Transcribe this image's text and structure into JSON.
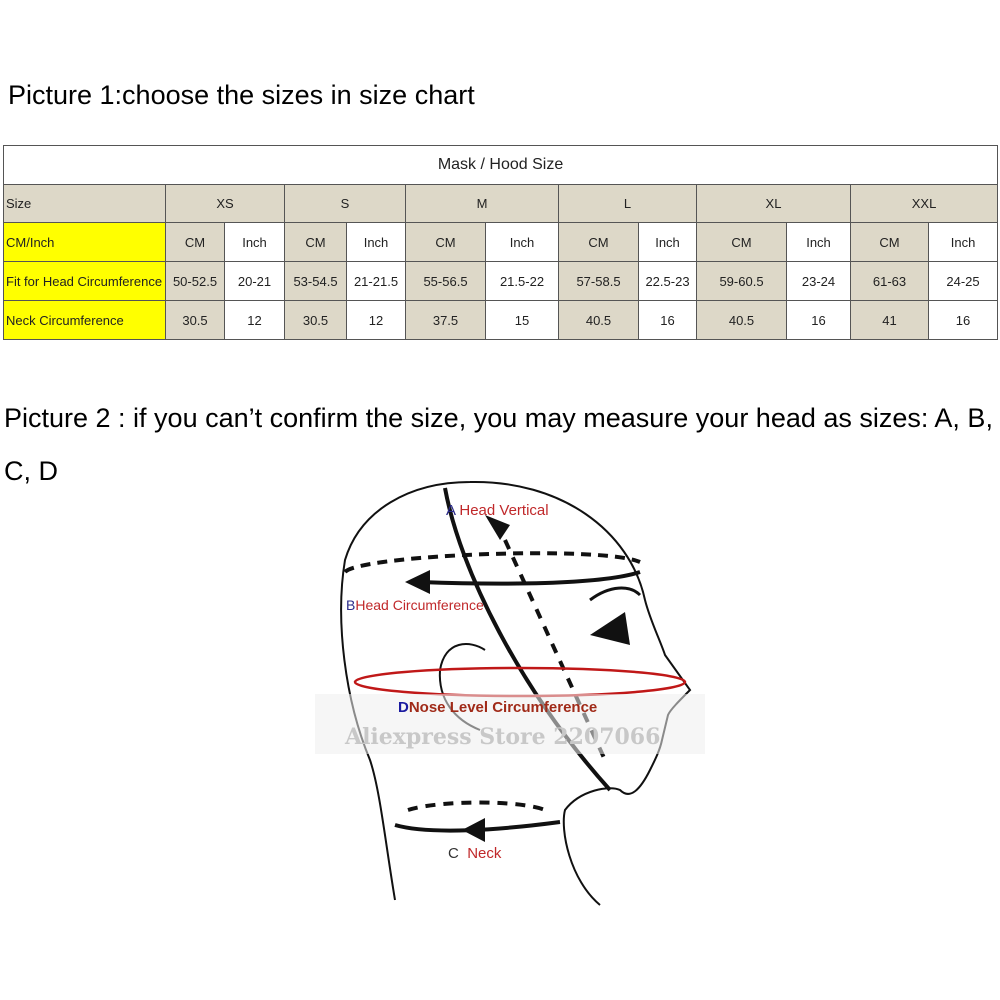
{
  "heading1": "Picture 1:choose the sizes in size chart",
  "table": {
    "title": "Mask / Hood Size",
    "size_label": "Size",
    "sizes": [
      "XS",
      "S",
      "M",
      "L",
      "XL",
      "XXL"
    ],
    "unit_row_label": "CM/Inch",
    "units": [
      "CM",
      "Inch",
      "CM",
      "Inch",
      "CM",
      "Inch",
      "CM",
      "Inch",
      "CM",
      "Inch",
      "CM",
      "Inch"
    ],
    "head_label": "Fit for Head Circumference",
    "head": [
      "50-52.5",
      "20-21",
      "53-54.5",
      "21-21.5",
      "55-56.5",
      "21.5-22",
      "57-58.5",
      "22.5-23",
      "59-60.5",
      "23-24",
      "61-63",
      "24-25"
    ],
    "neck_label": "Neck Circumference",
    "neck": [
      "30.5",
      "12",
      "30.5",
      "12",
      "37.5",
      "15",
      "40.5",
      "16",
      "40.5",
      "16",
      "41",
      "16"
    ]
  },
  "heading2": "Picture 2 : if you can’t confirm the size, you may measure your head as sizes: A, B, C, D",
  "diagram": {
    "a_letter": "A",
    "a_label": "Head Vertical",
    "b_letter": "B",
    "b_label": "Head Circumference",
    "c_letter": "C",
    "c_label": "Neck",
    "d_letter": "D",
    "d_label": "Nose Level Circumference",
    "watermark": "Aliexpress Store 2207066"
  }
}
